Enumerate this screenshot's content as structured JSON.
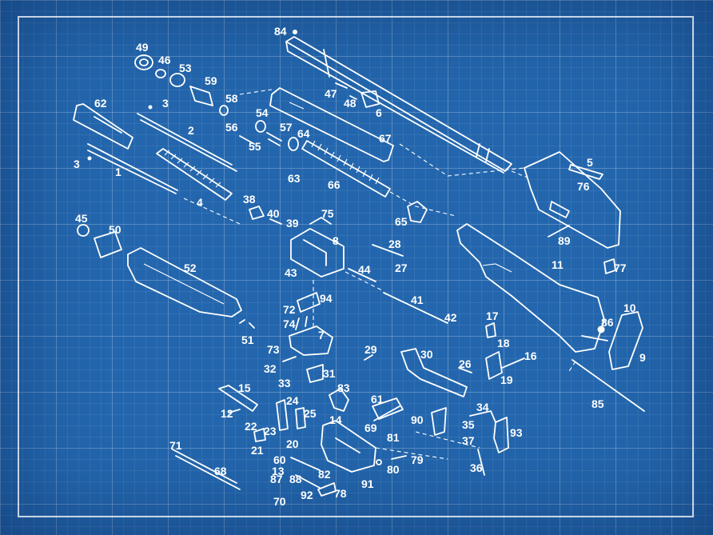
{
  "callouts": [
    "84",
    "49",
    "46",
    "53",
    "59",
    "3",
    "62",
    "58",
    "2",
    "56",
    "54",
    "57",
    "55",
    "64",
    "47",
    "48",
    "6",
    "63",
    "67",
    "66",
    "65",
    "4",
    "1",
    "3",
    "5",
    "76",
    "89",
    "11",
    "77",
    "38",
    "40",
    "39",
    "75",
    "8",
    "28",
    "27",
    "45",
    "50",
    "52",
    "43",
    "44",
    "94",
    "41",
    "42",
    "72",
    "74",
    "7",
    "51",
    "73",
    "32",
    "31",
    "33",
    "29",
    "30",
    "26",
    "17",
    "18",
    "16",
    "19",
    "10",
    "86",
    "9",
    "85",
    "15",
    "83",
    "24",
    "25",
    "61",
    "12",
    "22",
    "23",
    "14",
    "69",
    "81",
    "90",
    "34",
    "35",
    "37",
    "93",
    "36",
    "21",
    "20",
    "60",
    "13",
    "87",
    "88",
    "82",
    "79",
    "80",
    "91",
    "71",
    "68",
    "70",
    "92",
    "78"
  ]
}
